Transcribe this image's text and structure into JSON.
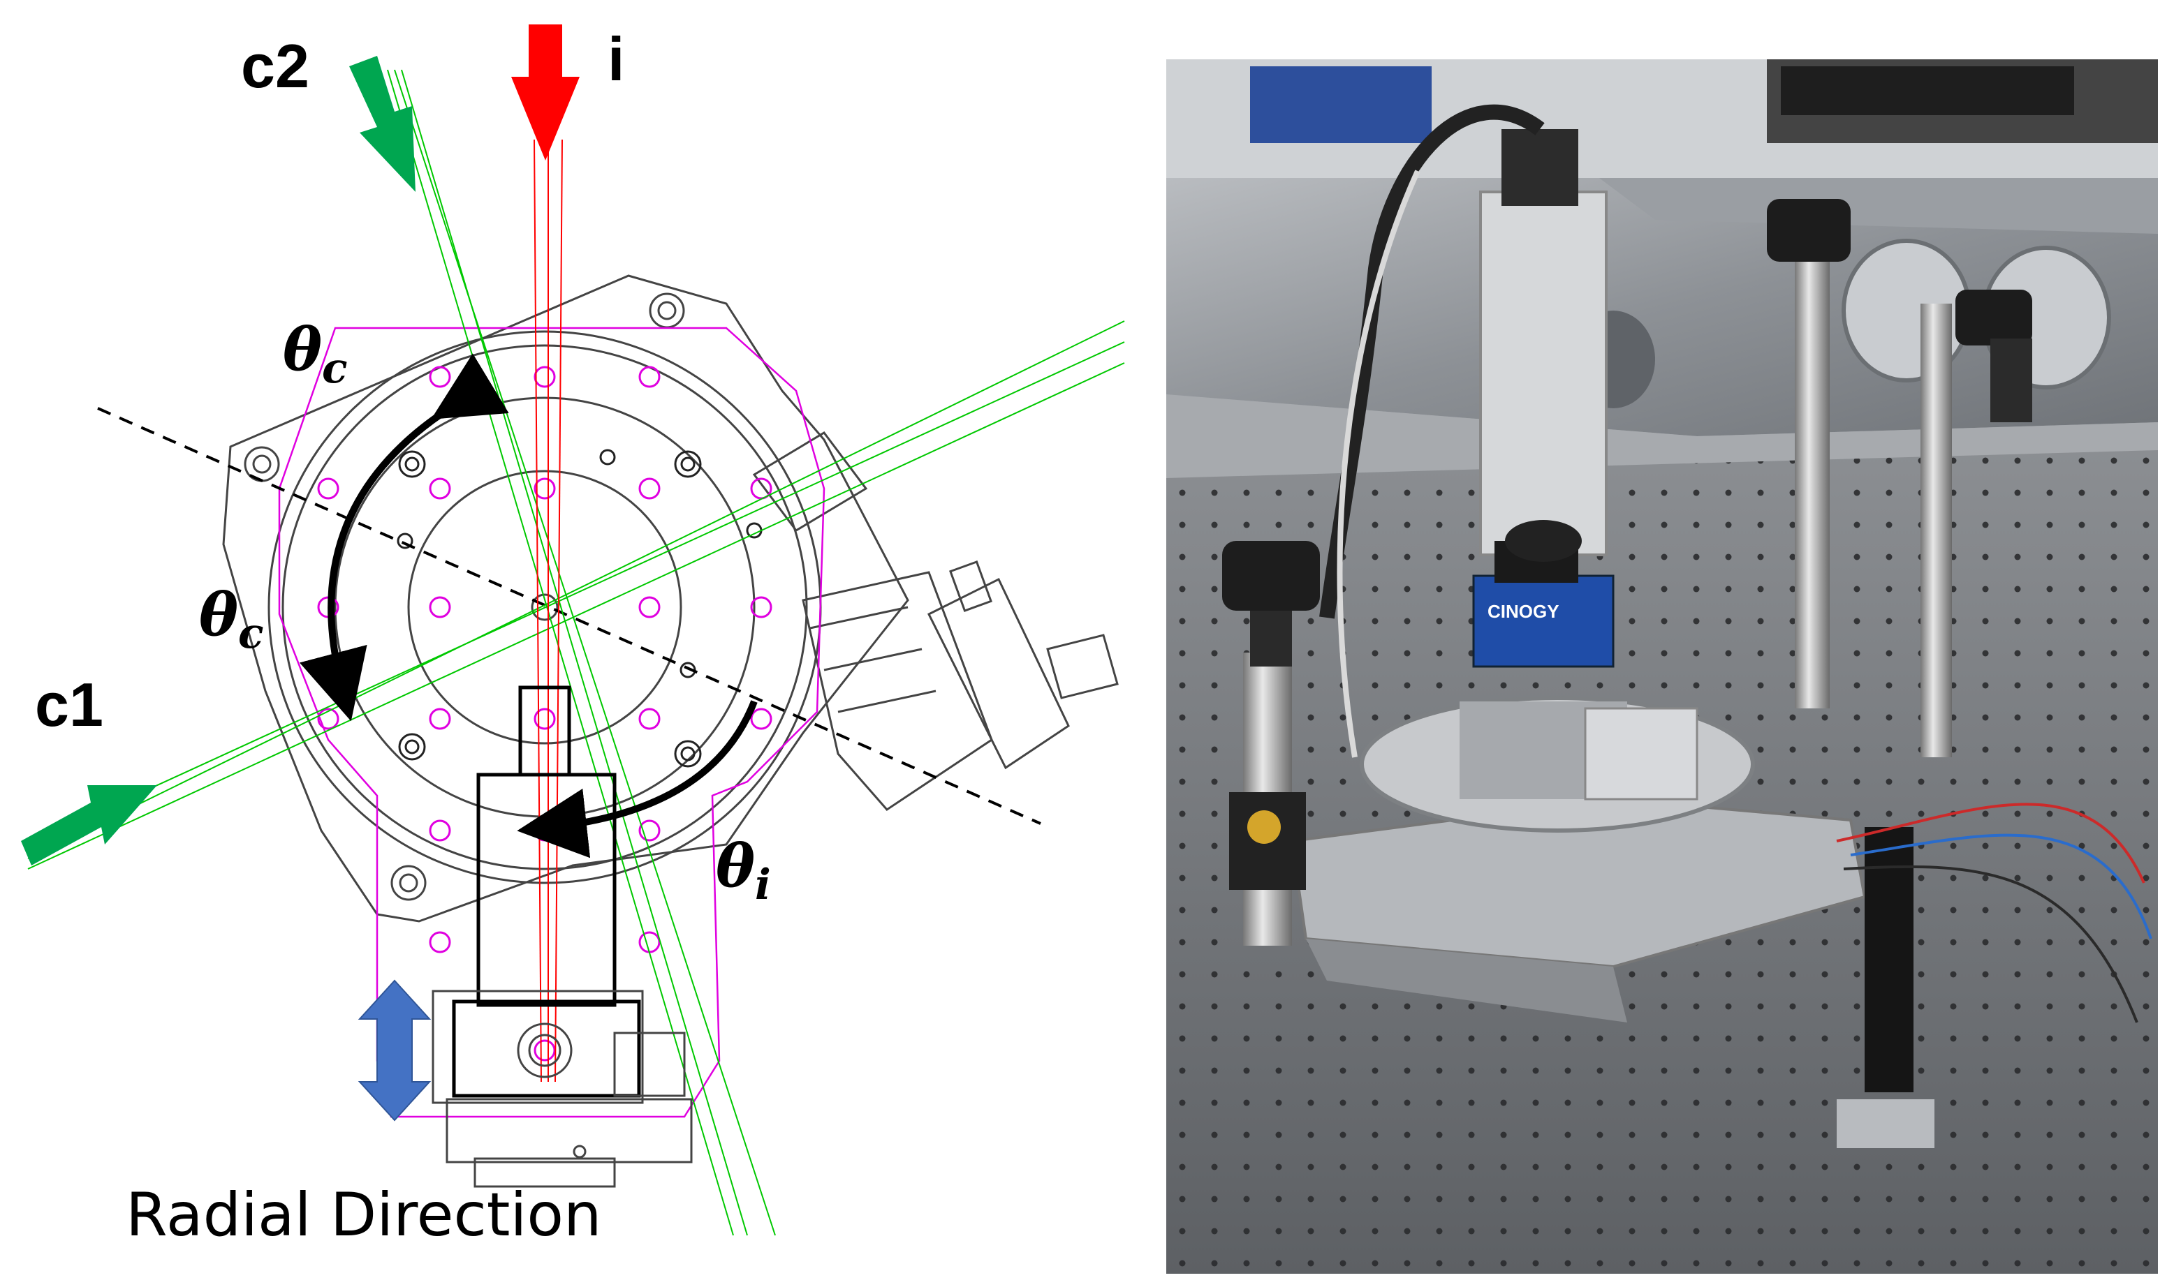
{
  "labels": {
    "c2": "c2",
    "i": "i",
    "c1": "c1",
    "theta_c_top": "θ",
    "theta_c_top_sub": "c",
    "theta_c_left": "θ",
    "theta_c_left_sub": "c",
    "theta_i": "θ",
    "theta_i_sub": "i",
    "radial_direction": "Radial Direction"
  },
  "photo": {
    "camera_brand": "CINOGY"
  },
  "colors": {
    "incident_beam": "#ff0000",
    "collection_beam": "#00a650",
    "mount_outline": "#e000e0",
    "radial_arrow": "#4472c4",
    "rotation_arrow": "#000000"
  }
}
